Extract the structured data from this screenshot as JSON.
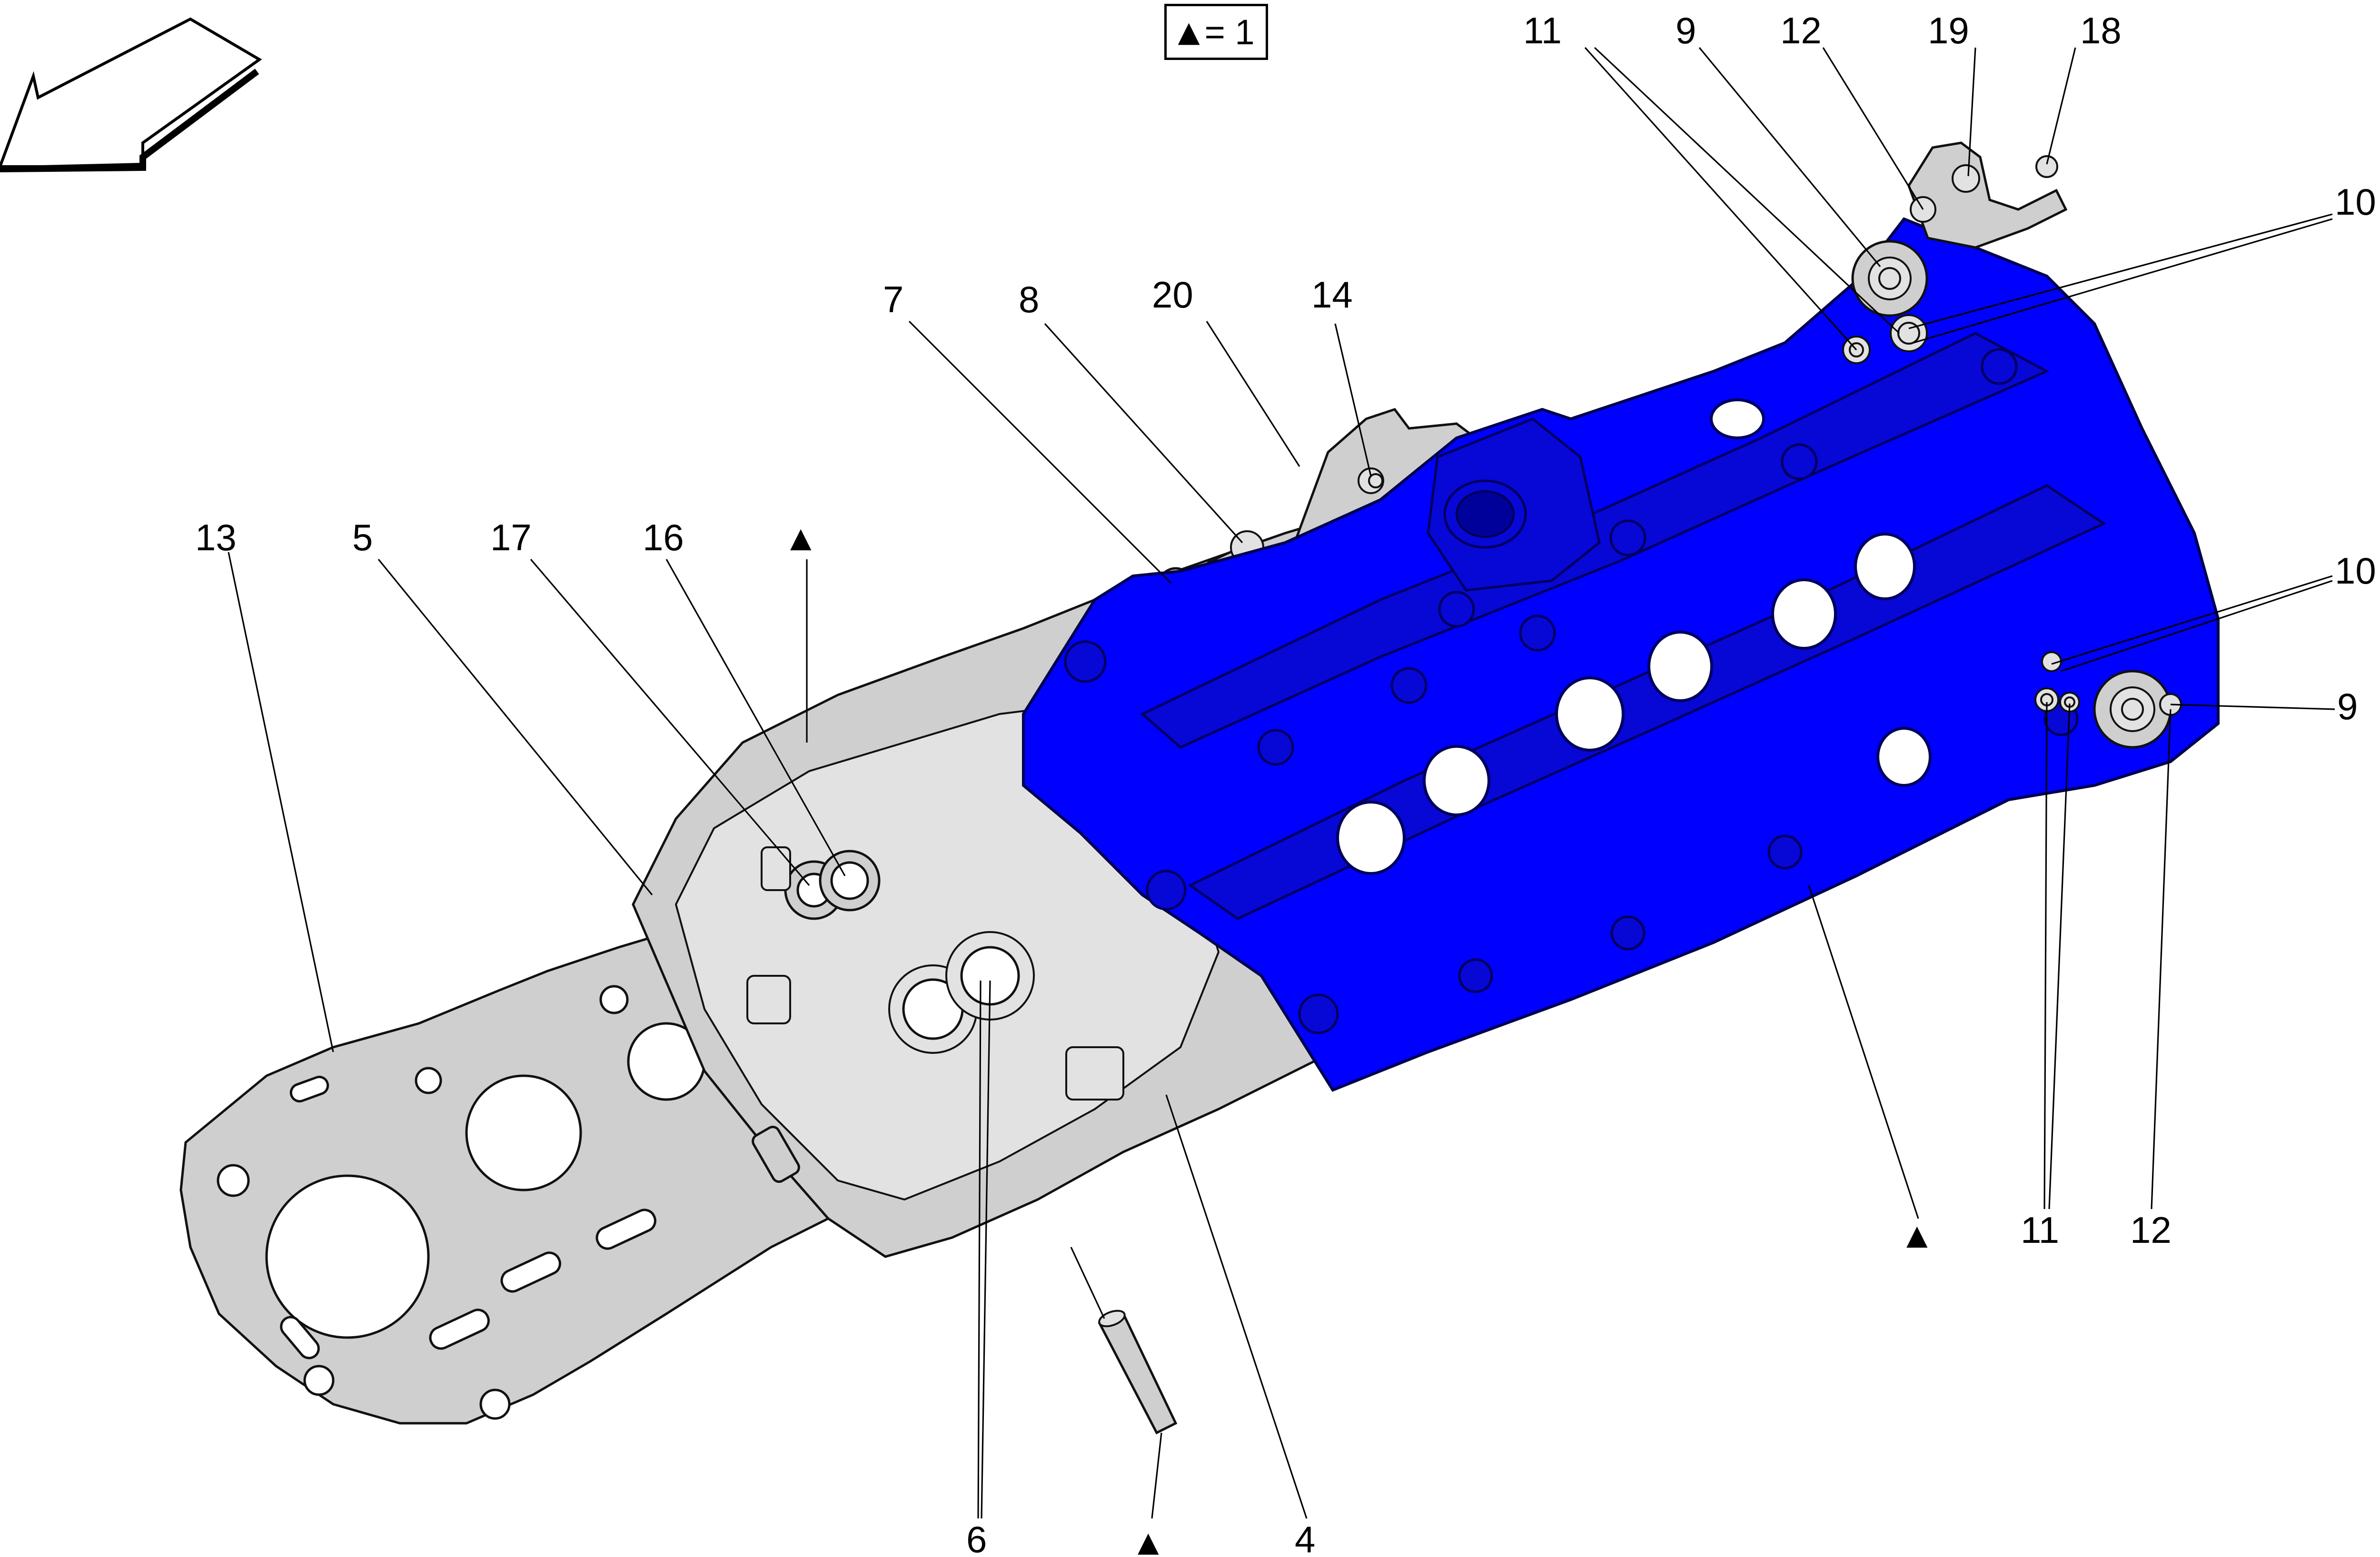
{
  "legend": {
    "marker": "▲",
    "text": "= 1"
  },
  "callouts": {
    "n13": "13",
    "n5": "5",
    "n17": "17",
    "n16": "16",
    "n7": "7",
    "n8": "8",
    "n20": "20",
    "n14": "14",
    "n11_top": "11",
    "n9_top": "9",
    "n12_top": "12",
    "n19": "19",
    "n18": "18",
    "n10_top": "10",
    "n10_mid": "10",
    "n9_right": "9",
    "n11_bottom": "11",
    "n12_bottom": "12",
    "n6": "6",
    "n4": "4"
  },
  "markers": {
    "triangle_top": "▲",
    "triangle_right": "▲",
    "triangle_bottom": "▲"
  },
  "colors": {
    "highlight_part": "#0000ff",
    "parts": "#cfcfcf",
    "lines": "#000000"
  },
  "icons": {
    "orientation_arrow": "direction-arrow-icon"
  }
}
